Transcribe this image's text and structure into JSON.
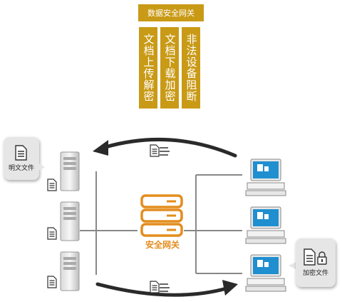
{
  "panel": {
    "title": "数据安全网关",
    "columns": [
      "文档上传解密",
      "文档下载加密",
      "非法设备阻断"
    ]
  },
  "gateway": {
    "label": "安全网关"
  },
  "left_tooltip": {
    "label": "明文文件"
  },
  "right_tooltip": {
    "label": "加密文件"
  },
  "colors": {
    "panel": "#c99a16",
    "gateway": "#e38d1e",
    "monitor_screen": "#1f8fd0",
    "arrow": "#2a2a2a",
    "line": "#888888"
  }
}
